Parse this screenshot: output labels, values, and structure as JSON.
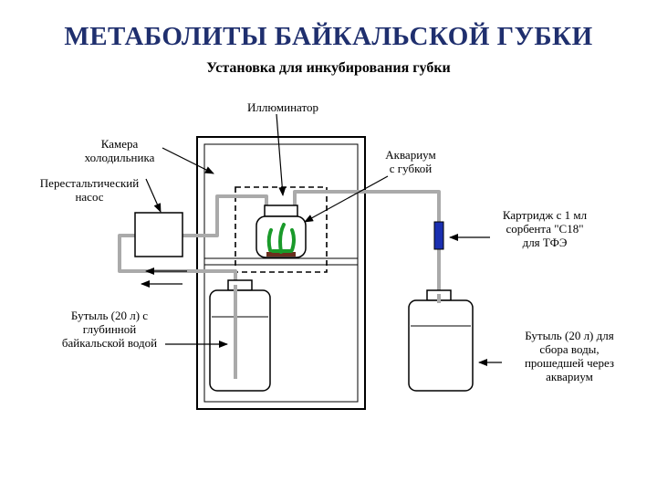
{
  "title": "МЕТАБОЛИТЫ БАЙКАЛЬСКОЙ ГУБКИ",
  "subtitle": "Установка для инкубирования губки",
  "labels": {
    "illuminator": "Иллюминатор",
    "fridge_chamber": [
      "Камера",
      "холодильника"
    ],
    "peristaltic_pump": [
      "Перестальтический",
      "насос"
    ],
    "aquarium": [
      "Аквариум",
      "с губкой"
    ],
    "cartridge": [
      "Картридж с 1 мл",
      "сорбента \"C18\"",
      "для ТФЭ"
    ],
    "source_bottle": [
      "Бутыль (20 л) с",
      "глубинной",
      "байкальской водой"
    ],
    "collection_bottle": [
      "Бутыль (20 л) для",
      "сбора воды,",
      "прошедшей через",
      "аквариум"
    ]
  },
  "colors": {
    "title": "#1f2f6e",
    "tubing": "#aaaaaa",
    "cartridge": "#1a2fb0",
    "sponge": "#1a9a2a",
    "outline": "#000000"
  }
}
